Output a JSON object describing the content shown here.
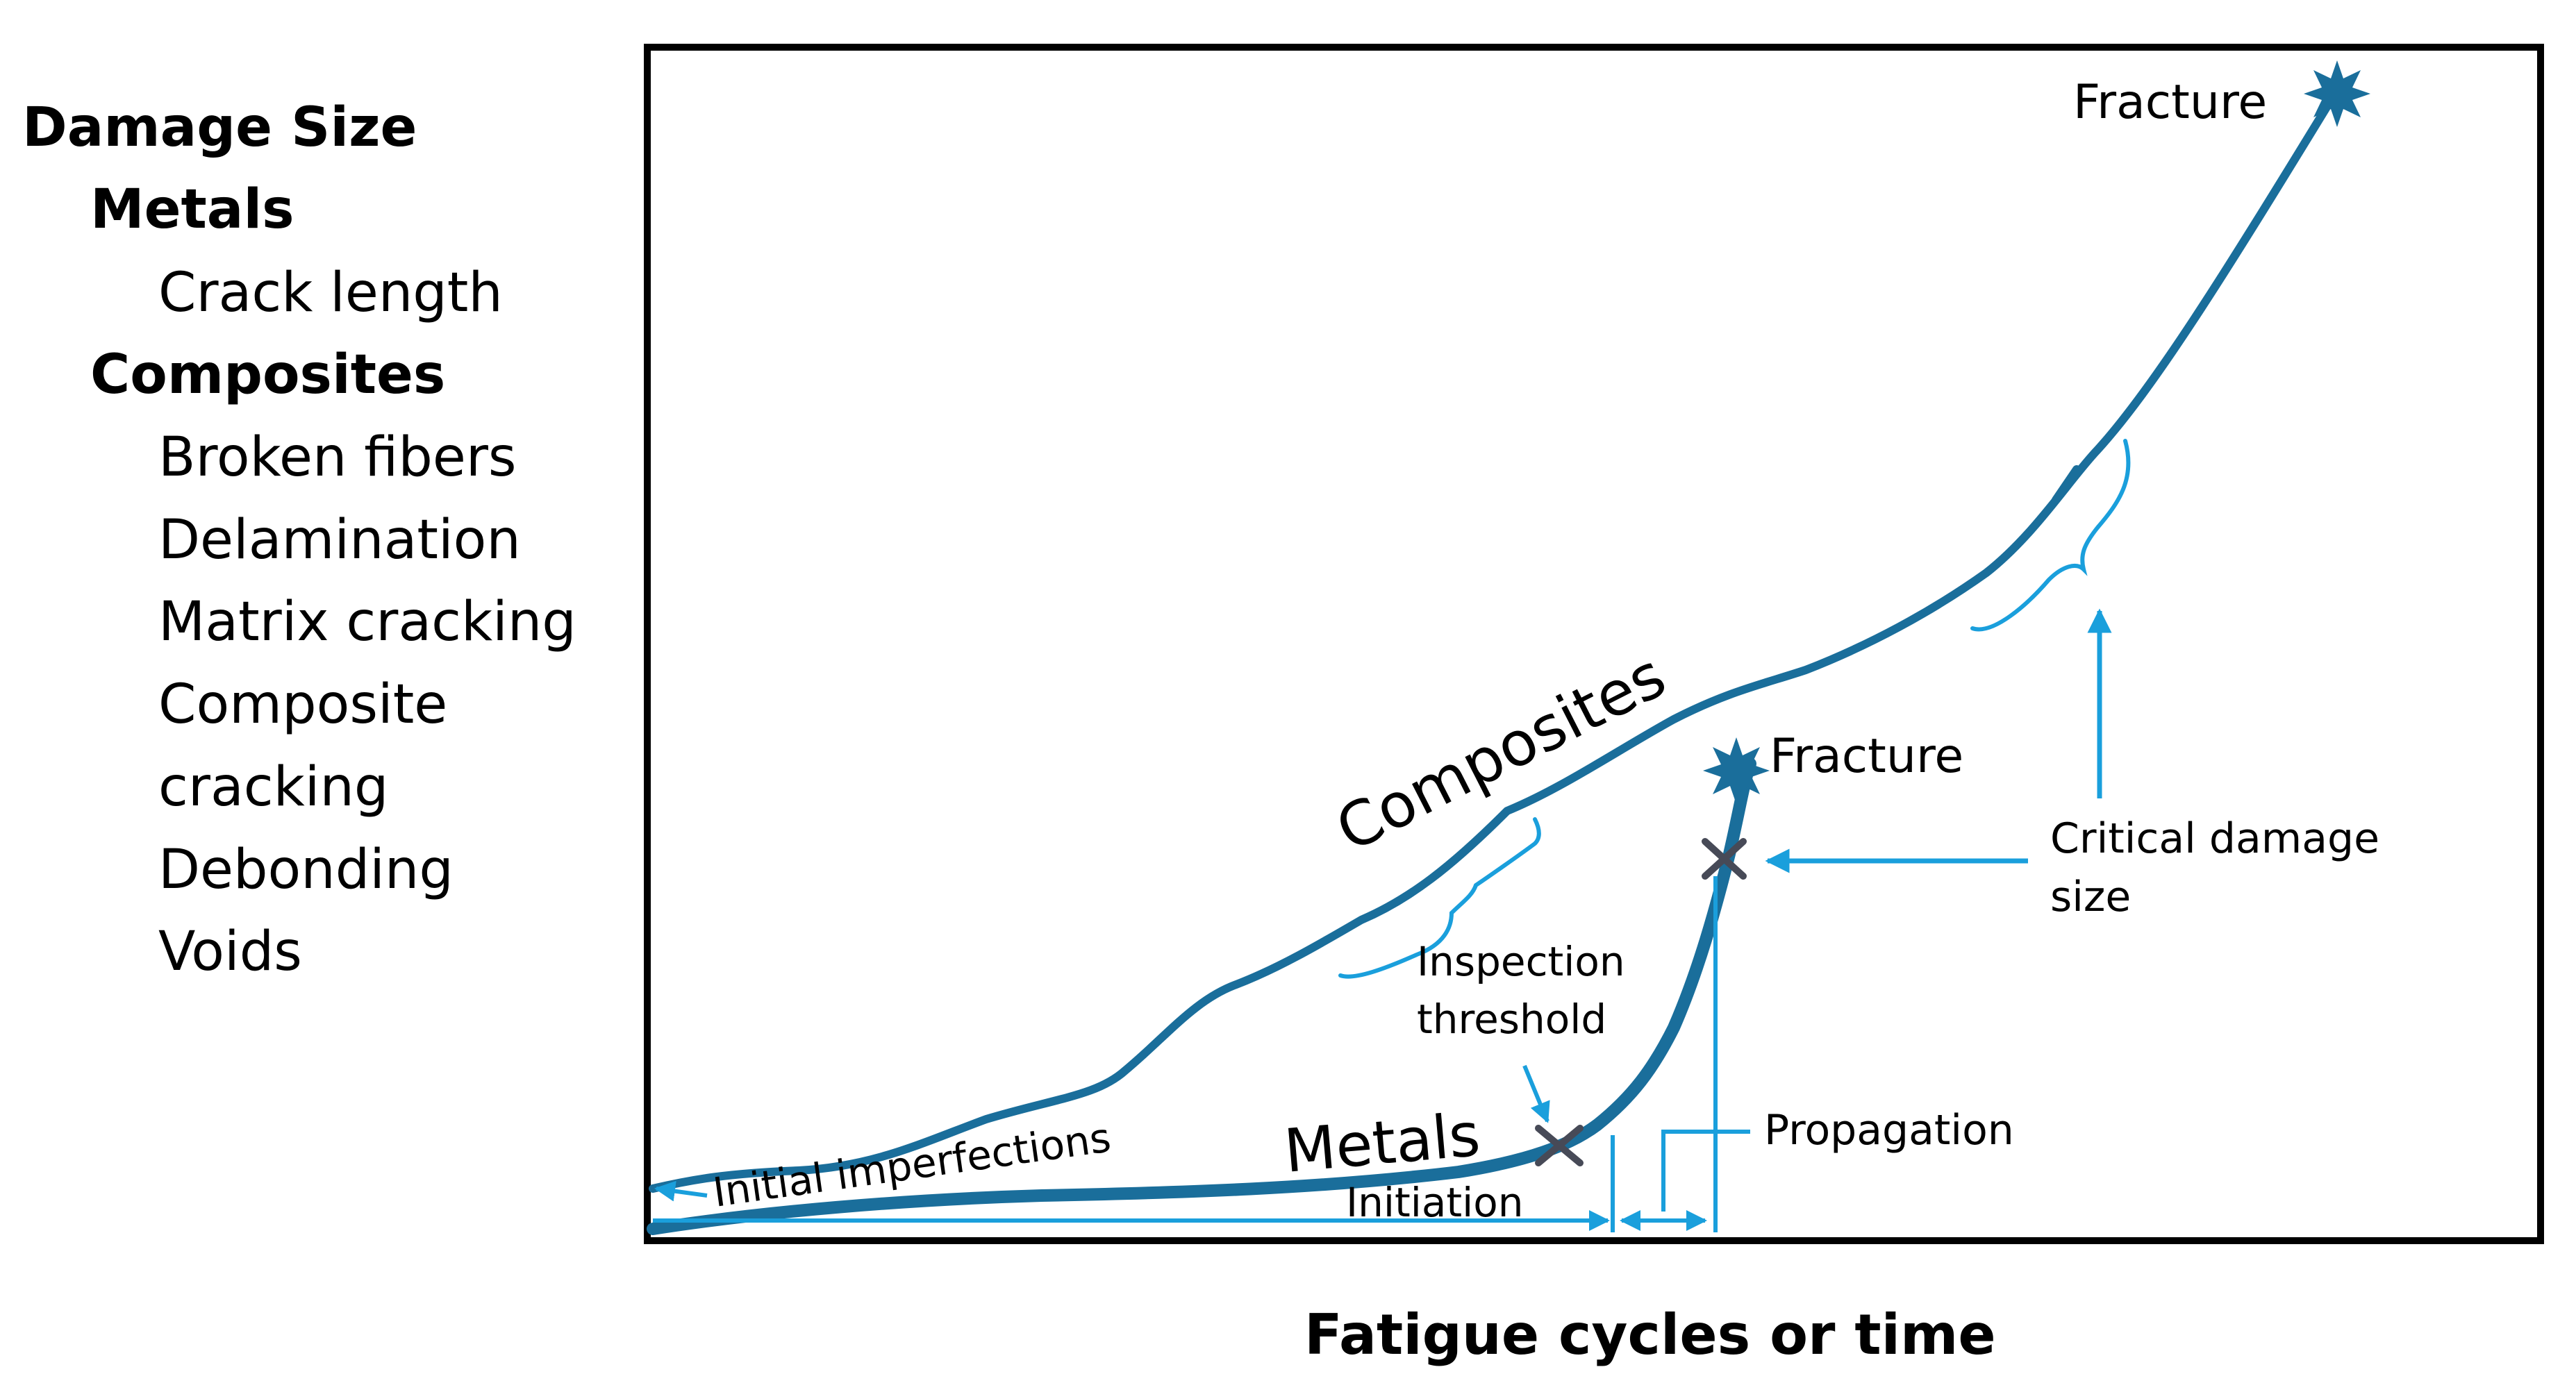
{
  "y_axis_legend": {
    "title": "Damage Size",
    "metals": {
      "heading": "Metals",
      "items": [
        "Crack length"
      ]
    },
    "composites": {
      "heading": "Composites",
      "items": [
        "Broken fibers",
        "Delamination",
        "Matrix cracking",
        "Composite",
        "cracking",
        "Debonding",
        "Voids"
      ]
    }
  },
  "x_axis_label": "Fatigue cycles or time",
  "curves": {
    "composites_label": "Composites",
    "metals_label": "Metals"
  },
  "annotations": {
    "fracture_composites": "Fracture",
    "fracture_metals": "Fracture",
    "initial_imperfections": "Initial imperfections",
    "initiation": "Initiation",
    "propagation": "Propagation",
    "inspection_threshold_line1": "Inspection",
    "inspection_threshold_line2": "threshold",
    "critical_damage_line1": "Critical damage",
    "critical_damage_line2": "size"
  },
  "colors": {
    "curve": "#1a6e9b",
    "annotation": "#1a9fdc",
    "marker": "#474a57",
    "frame": "#000000",
    "text": "#000000"
  }
}
